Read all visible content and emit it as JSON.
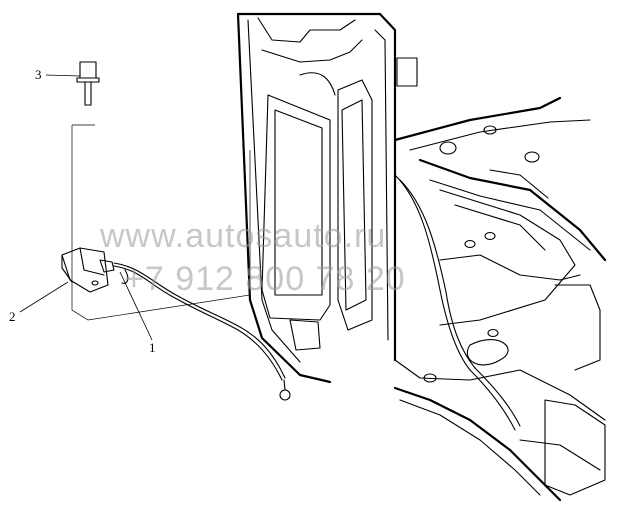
{
  "callouts": {
    "part_1": "1",
    "part_2": "2",
    "part_3": "3"
  },
  "watermark": {
    "line1": "www.autosauto.ru",
    "line2": "+7 912 800 78 20"
  }
}
